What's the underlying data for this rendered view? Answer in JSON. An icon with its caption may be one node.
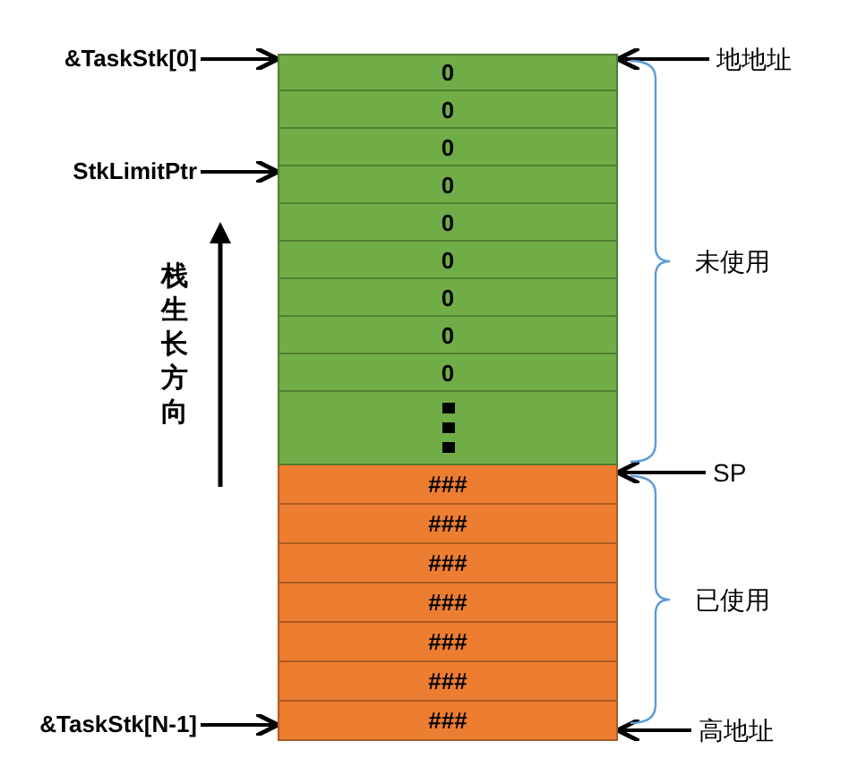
{
  "diagram": {
    "nodes": [
      {
        "text": [
          "&TaskStk[0]"
        ]
      },
      {
        "text": [
          "0"
        ]
      },
      {
        "text": [
          "0"
        ]
      },
      {
        "text": [
          "0"
        ]
      },
      {
        "text": [
          "0"
        ]
      },
      {
        "text": [
          "0"
        ]
      },
      {
        "text": [
          "0"
        ]
      },
      {
        "text": [
          "0"
        ]
      },
      {
        "text": [
          "0"
        ]
      },
      {
        "text": [
          "0"
        ]
      },
      {
        "text": [],
        "shape": "box"
      },
      {
        "text": [
          "###"
        ]
      },
      {
        "text": [
          "###"
        ]
      },
      {
        "text": [
          "###"
        ]
      },
      {
        "text": [
          "###"
        ]
      },
      {
        "text": [
          "###"
        ]
      },
      {
        "text": [
          "###"
        ]
      },
      {
        "text": [
          "###"
        ]
      },
      {
        "text": [
          "StkLimitPtr"
        ]
      },
      {
        "text": [
          "&TaskStk[N-1]"
        ]
      },
      {
        "text": [
          "地地址"
        ]
      },
      {
        "text": [
          "SP"
        ]
      },
      {
        "text": [
          "高地址"
        ]
      }
    ],
    "edges": [
      {
        "from": 0,
        "to": 1,
        "arrow": "to"
      },
      {
        "from": 18,
        "to": 4,
        "arrow": "to"
      },
      {
        "from": 19,
        "to": 17,
        "arrow": "to"
      },
      {
        "from": 20,
        "to": 1,
        "arrow": "to"
      },
      {
        "from": 21,
        "to": 11,
        "arrow": "to"
      },
      {
        "from": 22,
        "to": 17,
        "arrow": "to"
      }
    ],
    "labels": [
      "栈生长方向",
      "未使用",
      "已使用"
    ]
  }
}
